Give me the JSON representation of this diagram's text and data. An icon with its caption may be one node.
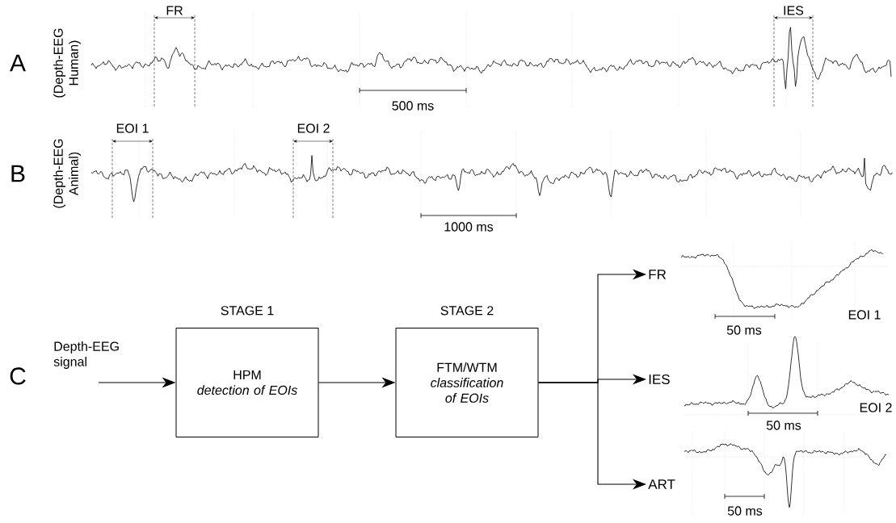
{
  "diagram": {
    "nodes": [
      {
        "text": [
          "STAGE 1",
          "HPM",
          "detection of EOIs"
        ]
      },
      {
        "text": [
          "STAGE 2",
          "FTM/WTM",
          "classification of EOIs"
        ]
      },
      {
        "text": [
          "FR"
        ]
      },
      {
        "text": [
          "IES"
        ]
      },
      {
        "text": [
          "ART"
        ]
      }
    ],
    "edges": [
      {
        "from": null,
        "to": 0,
        "arrow": "to",
        "label": "Depth-EEG signal"
      },
      {
        "from": 0,
        "to": 1,
        "arrow": "to"
      },
      {
        "from": 1,
        "to": 2,
        "arrow": "to"
      },
      {
        "from": 1,
        "to": 3,
        "arrow": "to"
      },
      {
        "from": 1,
        "to": 4,
        "arrow": "to"
      }
    ],
    "labels": [
      "FR",
      "IES",
      "A",
      "(Depth-EEG Human)",
      "500 ms",
      "EOI 1",
      "EOI 2",
      "B",
      "(Depth-EEG Animal)",
      "1000 ms",
      "C",
      "EOI 1",
      "50 ms",
      "EOI 2",
      "50 ms",
      "50 ms"
    ]
  }
}
